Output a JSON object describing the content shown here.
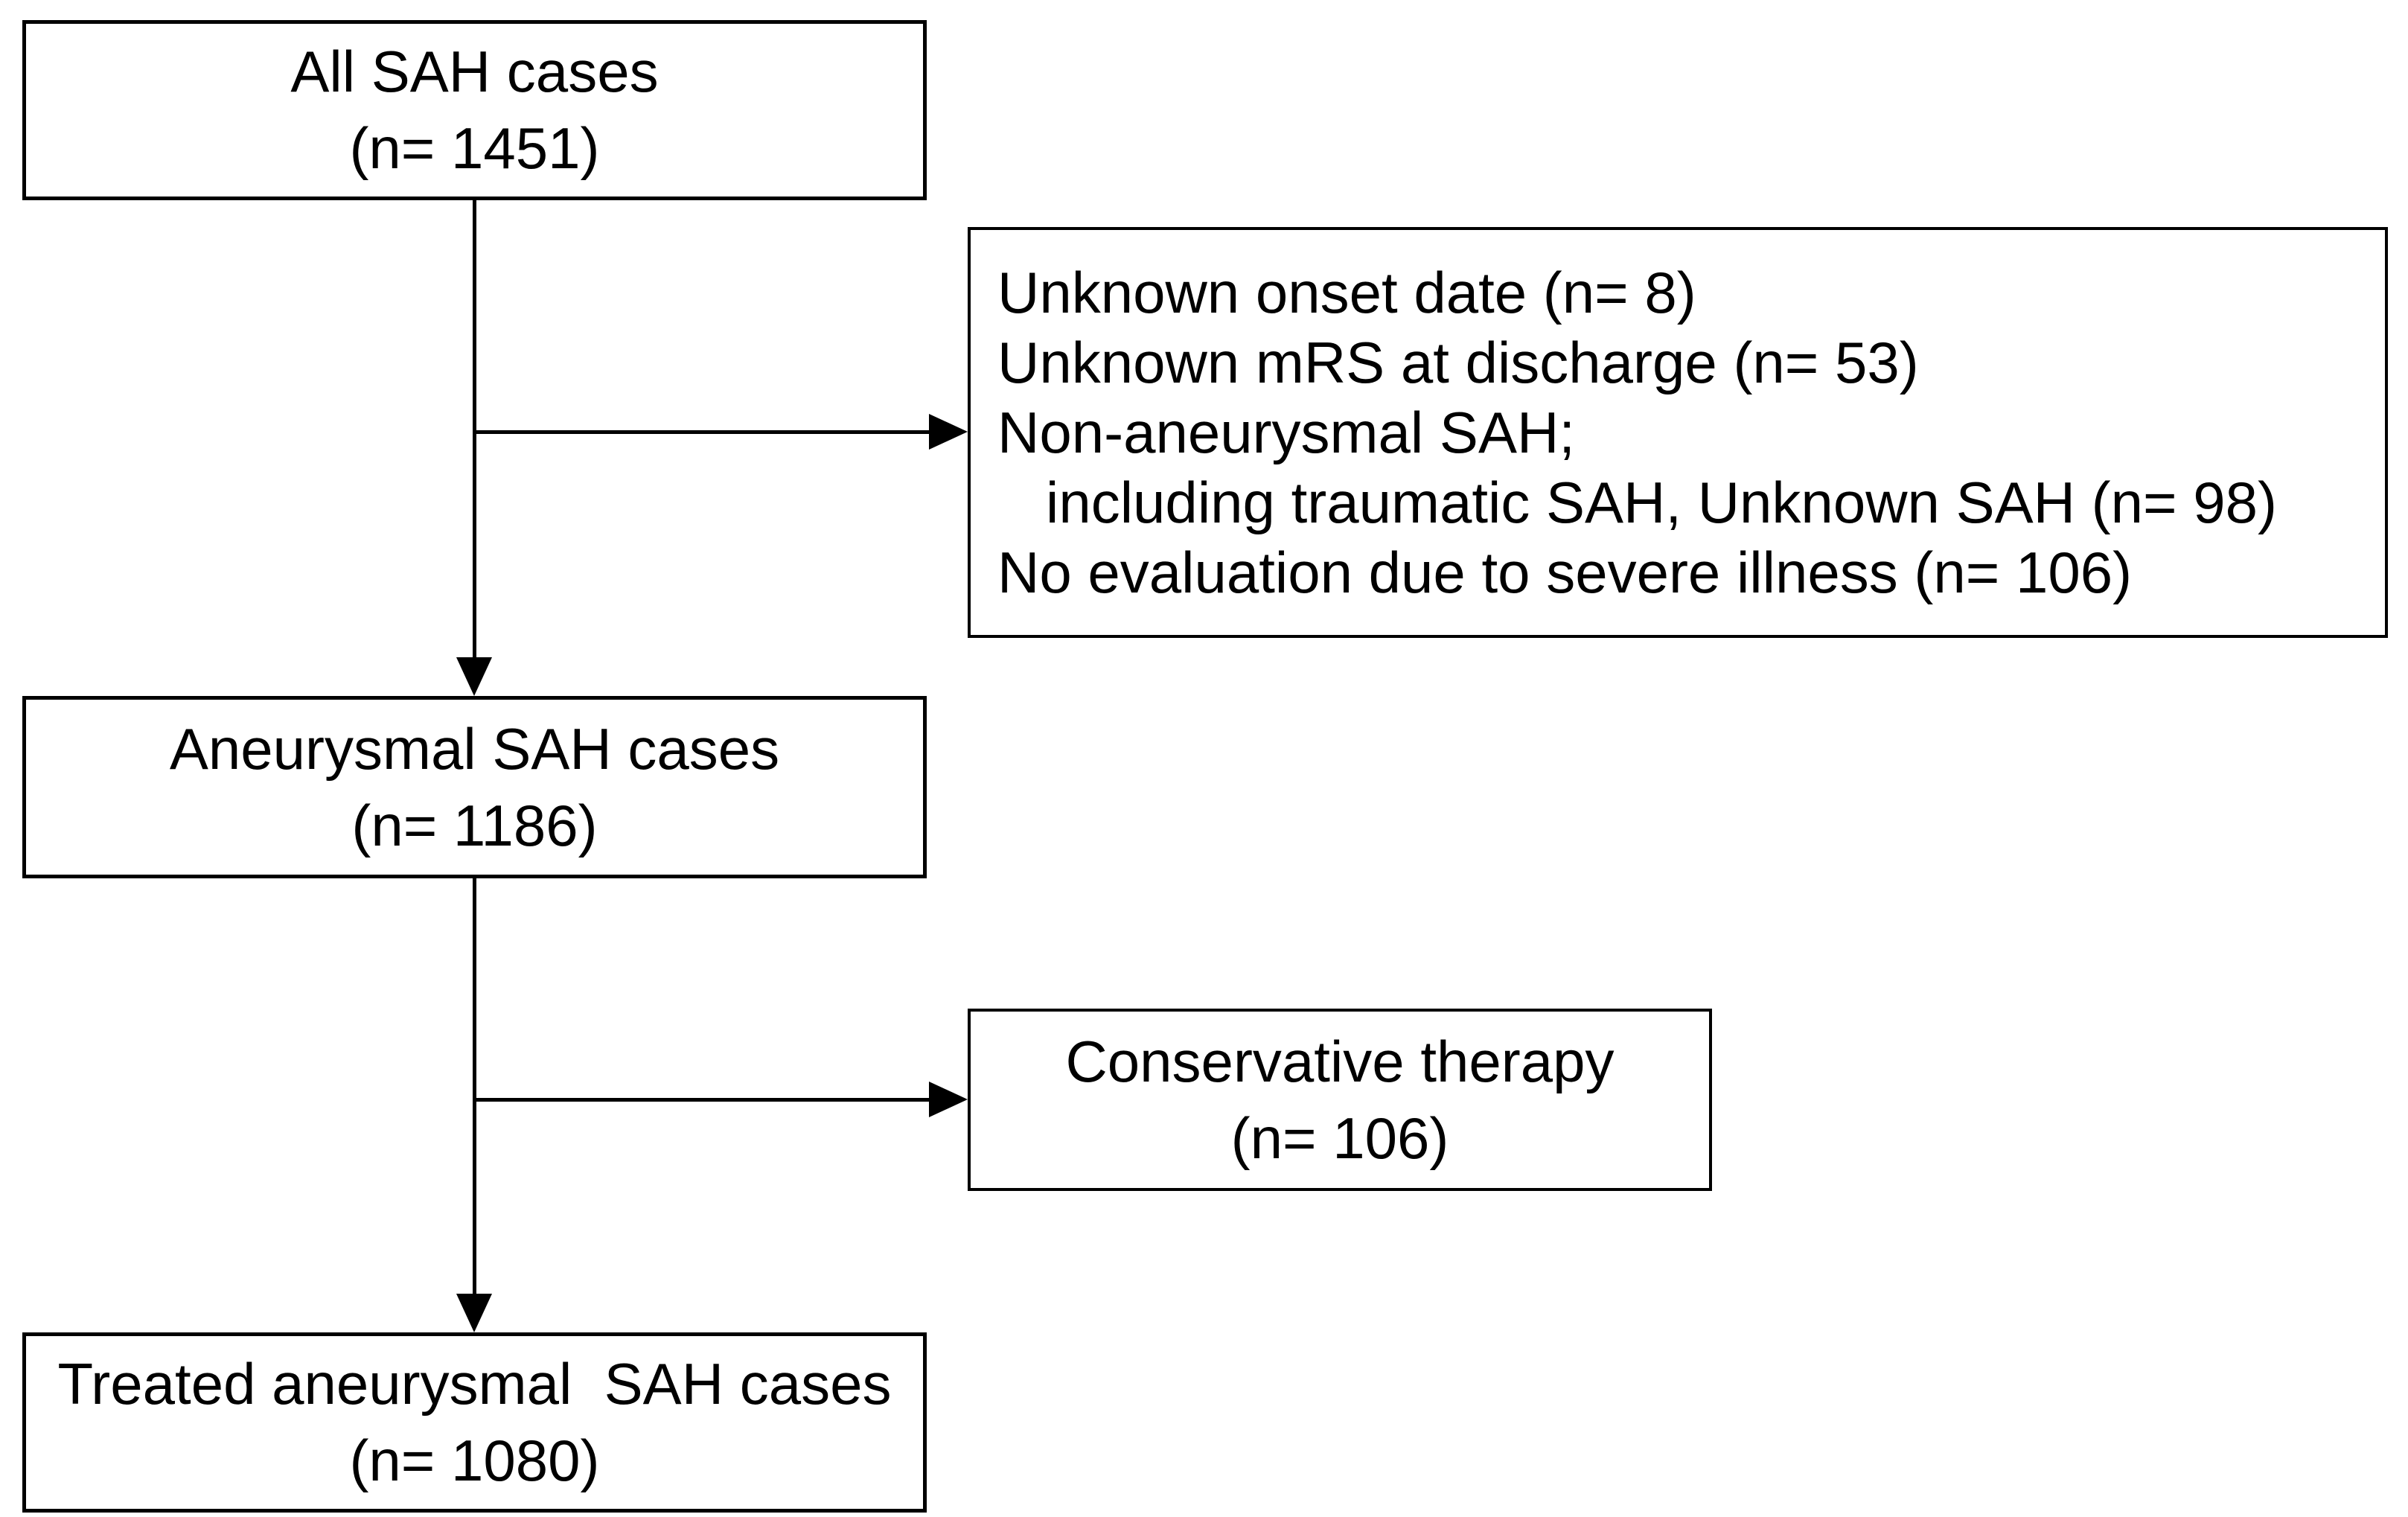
{
  "figure": {
    "type": "patient-flow-diagram",
    "background_color": "#ffffff",
    "line_color": "#000000",
    "text_color": "#000000"
  },
  "nodes": {
    "all_sah": {
      "label": "All SAH cases",
      "count": "(n= 1451)"
    },
    "excluded": {
      "lines": [
        "Unknown onset date (n= 8)",
        "Unknown mRS at discharge (n= 53)",
        "Non-aneurysmal SAH;",
        "   including traumatic SAH, Unknown SAH (n= 98)",
        "No evaluation due to severe illness (n= 106)"
      ]
    },
    "aneurysmal_sah": {
      "label": "Aneurysmal SAH cases",
      "count": "(n= 1186)"
    },
    "conservative": {
      "label": "Conservative therapy",
      "count": "(n= 106)"
    },
    "treated": {
      "label": "Treated aneurysmal  SAH cases",
      "count": "(n= 1080)"
    }
  },
  "edges": [
    {
      "from": "all_sah",
      "to": "aneurysmal_sah",
      "style": "vertical-arrow"
    },
    {
      "from": "all_sah",
      "to": "excluded",
      "style": "right-branch-arrow"
    },
    {
      "from": "aneurysmal_sah",
      "to": "treated",
      "style": "vertical-arrow"
    },
    {
      "from": "aneurysmal_sah",
      "to": "conservative",
      "style": "right-branch-arrow"
    }
  ]
}
